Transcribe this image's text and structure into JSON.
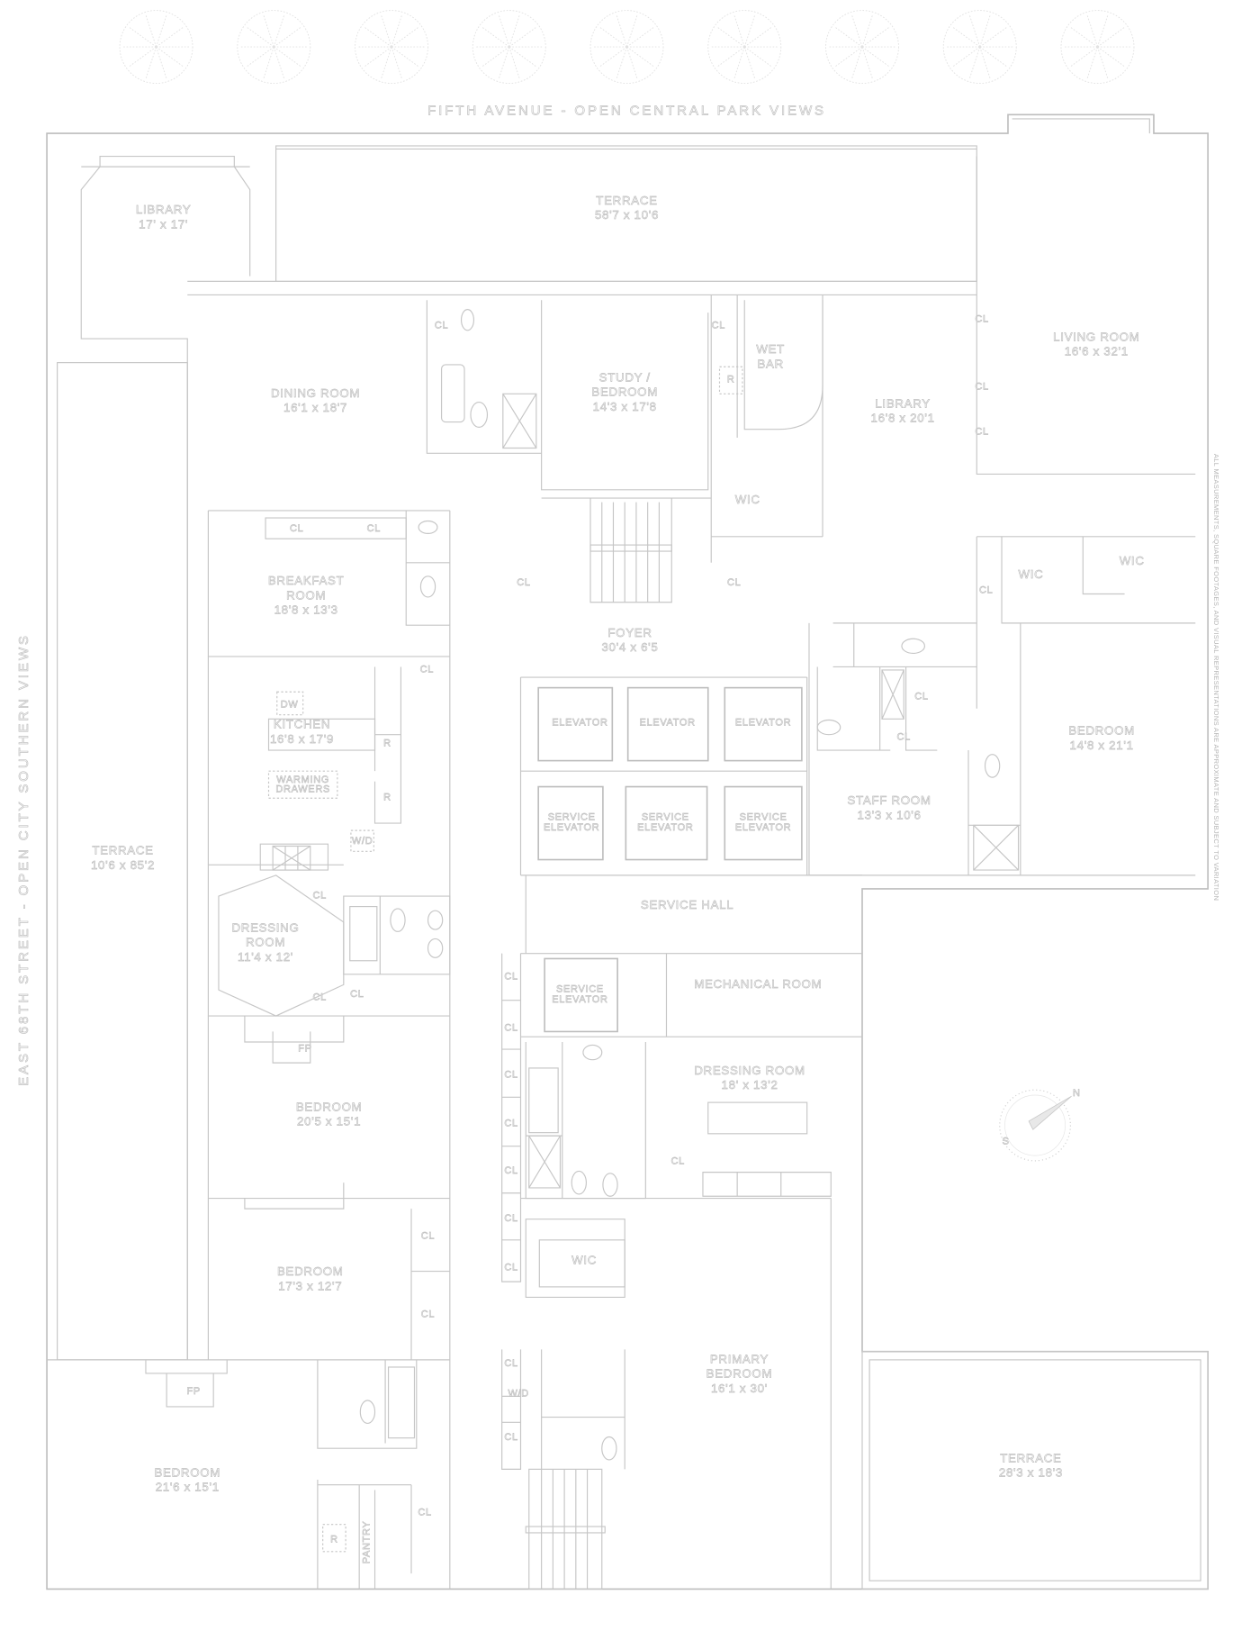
{
  "streets": {
    "north": "FIFTH AVENUE - OPEN CENTRAL PARK VIEWS",
    "west": "EAST 68TH STREET - OPEN CITY SOUTHERN VIEWS"
  },
  "disclaimer": "ALL MEASUREMENTS, SQUARE FOOTAGES, AND VISUAL REPRESENTATIONS ARE APPROXIMATE AND SUBJECT TO VARIATION",
  "rooms": [
    {
      "lines": [
        "LIBRARY",
        "17' x 17'"
      ]
    },
    {
      "lines": [
        "TERRACE",
        "58'7 x 10'6"
      ]
    },
    {
      "lines": [
        "LIVING ROOM",
        "16'6 x 32'1"
      ]
    },
    {
      "lines": [
        "DINING ROOM",
        "16'1 x 18'7"
      ]
    },
    {
      "lines": [
        "STUDY /",
        "BEDROOM",
        "14'3 x 17'8"
      ]
    },
    {
      "lines": [
        "WET",
        "BAR"
      ]
    },
    {
      "lines": [
        "LIBRARY",
        "16'8 x 20'1"
      ]
    },
    {
      "lines": [
        "WIC"
      ]
    },
    {
      "lines": [
        "WIC"
      ]
    },
    {
      "lines": [
        "WIC"
      ]
    },
    {
      "lines": [
        "BREAKFAST",
        "ROOM",
        "18'8 x 13'3"
      ]
    },
    {
      "lines": [
        "FOYER",
        "30'4 x 6'5"
      ]
    },
    {
      "lines": [
        "KITCHEN",
        "16'8 x 17'9"
      ]
    },
    {
      "lines": [
        "ELEVATOR"
      ]
    },
    {
      "lines": [
        "ELEVATOR"
      ]
    },
    {
      "lines": [
        "ELEVATOR"
      ]
    },
    {
      "lines": [
        "SERVICE",
        "ELEVATOR"
      ]
    },
    {
      "lines": [
        "SERVICE",
        "ELEVATOR"
      ]
    },
    {
      "lines": [
        "SERVICE",
        "ELEVATOR"
      ]
    },
    {
      "lines": [
        "BEDROOM",
        "14'8 x 21'1"
      ]
    },
    {
      "lines": [
        "STAFF ROOM",
        "13'3 x 10'6"
      ]
    },
    {
      "lines": [
        "TERRACE",
        "10'6 x 85'2"
      ]
    },
    {
      "lines": [
        "SERVICE HALL"
      ]
    },
    {
      "lines": [
        "DRESSING",
        "ROOM",
        "11'4 x 12'"
      ]
    },
    {
      "lines": [
        "SERVICE",
        "ELEVATOR"
      ]
    },
    {
      "lines": [
        "MECHANICAL ROOM"
      ]
    },
    {
      "lines": [
        "DRESSING ROOM",
        "18' x 13'2"
      ]
    },
    {
      "lines": [
        "BEDROOM",
        "20'5 x 15'1"
      ]
    },
    {
      "lines": [
        "BEDROOM",
        "17'3 x 12'7"
      ]
    },
    {
      "lines": [
        "WIC"
      ]
    },
    {
      "lines": [
        "PRIMARY",
        "BEDROOM",
        "16'1 x 30'"
      ]
    },
    {
      "lines": [
        "TERRACE",
        "28'3 x 18'3"
      ]
    },
    {
      "lines": [
        "BEDROOM",
        "21'6 x 15'1"
      ]
    }
  ],
  "fixtures": {
    "closet": "CL",
    "dishwasher": "DW",
    "refrigerator": "R",
    "washer_dryer": "W/D",
    "fireplace": "FP",
    "pantry": "PANTRY",
    "warming_drawers": [
      "WARMING",
      "DRAWERS"
    ]
  },
  "compass": {
    "north": "N",
    "south": "S"
  }
}
